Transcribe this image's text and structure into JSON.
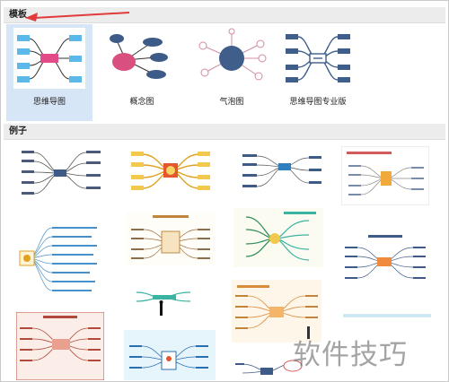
{
  "sections": {
    "templates": "模板",
    "examples": "例子"
  },
  "templates": [
    {
      "label": "思维导图",
      "selected": true
    },
    {
      "label": "概念图",
      "selected": false
    },
    {
      "label": "气泡图",
      "selected": false
    },
    {
      "label": "思维导图专业版",
      "selected": false
    }
  ],
  "watermark": "软件技巧",
  "colors": {
    "selected_bg": "#d7e6f7",
    "arrow": "#e23b3b",
    "blue_node": "#5bb8e8",
    "pink_node": "#e24a88",
    "concept_pink": "#d94f80",
    "concept_navy": "#3e5a86",
    "bubble_navy": "#3f5e8a",
    "bubble_outline": "#d08ca4"
  }
}
